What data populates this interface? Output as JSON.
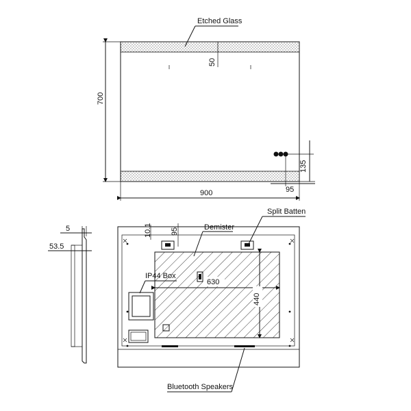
{
  "front_view": {
    "etched_glass_label": "Etched Glass",
    "dim_top_band": "50",
    "dim_height": "700",
    "dim_width": "900",
    "dim_button_height": "135",
    "dim_button_offset": "95"
  },
  "rear_view": {
    "demister_label": "Demister",
    "split_batten_label": "Split Batten",
    "ip44_label": "IP44 Box",
    "bluetooth_label": "Bluetooth Speakers",
    "dim_10": "10.1",
    "dim_95": "95",
    "dim_630": "630",
    "dim_440": "440"
  },
  "side_view": {
    "dim_5": "5",
    "dim_53": "53.5"
  }
}
